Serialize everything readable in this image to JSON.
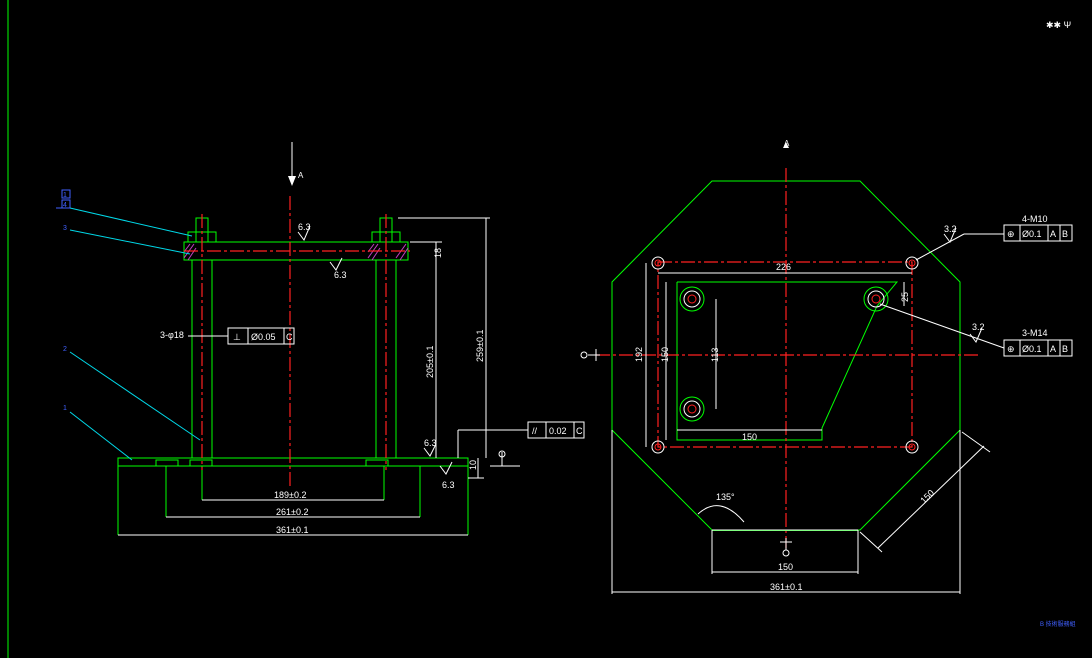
{
  "header": {
    "corner_mark": "✱✱ Ψ"
  },
  "status": {
    "bottom_right": "B 技術服務組"
  },
  "front_view": {
    "balloons": [
      "1",
      "4",
      "3",
      "2",
      "1"
    ],
    "surface_finish": [
      "6.3",
      "6.3",
      "6.3",
      "6.3"
    ],
    "hole_note": "3-φ18",
    "perp_tol": {
      "symbol": "⊥",
      "value": "Ø0.05",
      "datum": "C"
    },
    "parallel_tol": {
      "symbol": "//",
      "value": "0.02",
      "datum": "C"
    },
    "dims": {
      "d189": "189±0.2",
      "d261": "261±0.2",
      "d361": "361±0.1",
      "d205": "205±0.1",
      "d259": "259±0.1",
      "d18": "18",
      "d10": "10"
    },
    "section_mark": "A"
  },
  "top_view": {
    "section_mark": "A",
    "dims": {
      "d226": "226",
      "d25": "25",
      "d192": "192",
      "d150v": "150",
      "d113": "113",
      "d150h": "150",
      "d150diag": "150",
      "d150bottom": "150",
      "d361": "361±0.1",
      "angle": "135°"
    },
    "callout_m10": {
      "note": "4-M10",
      "symbol": "⊕",
      "value": "Ø0.1",
      "datumA": "A",
      "datumB": "B",
      "finish": "3.2"
    },
    "callout_m14": {
      "note": "3-M14",
      "symbol": "⊕",
      "value": "Ø0.1",
      "datumA": "A",
      "datumB": "B",
      "finish": "3.2"
    }
  }
}
